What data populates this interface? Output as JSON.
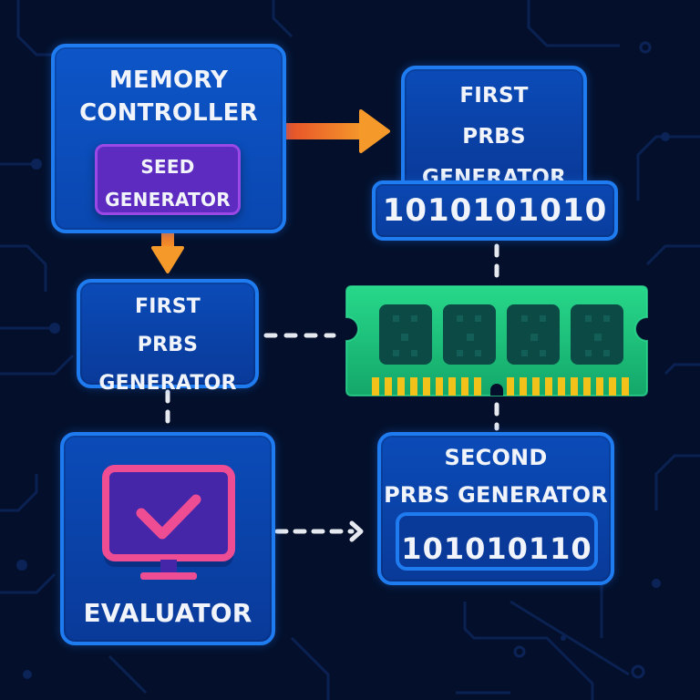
{
  "diagram": {
    "memory_controller": {
      "title_line1": "MEMORY",
      "title_line2": "CONTROLLER",
      "seed_generator": {
        "line1": "SEED",
        "line2": "GENERATOR"
      }
    },
    "first_prbs_top": {
      "line1": "FIRST",
      "line2": "PRBS",
      "line3": "GENERATOR",
      "sequence": "1010101010"
    },
    "first_prbs_left": {
      "line1": "FIRST",
      "line2": "PRBS",
      "line3": "GENERATOR"
    },
    "memory_module": {
      "icon": "ram-module-icon",
      "chip_count": 4
    },
    "evaluator": {
      "label": "EVALUATOR",
      "icon": "monitor-check-icon"
    },
    "second_prbs": {
      "line1": "SECOND",
      "line2": "PRBS GENERATOR",
      "sequence": "101010110"
    },
    "connections": [
      {
        "from": "memory_controller",
        "to": "first_prbs_top",
        "style": "solid-arrow"
      },
      {
        "from": "seed_generator",
        "to": "first_prbs_left",
        "style": "solid-arrow"
      },
      {
        "from": "first_prbs_left",
        "to": "memory_module",
        "style": "dashed"
      },
      {
        "from": "first_prbs_top",
        "to": "memory_module",
        "style": "dashed"
      },
      {
        "from": "memory_module",
        "to": "second_prbs",
        "style": "dashed"
      },
      {
        "from": "first_prbs_left",
        "to": "evaluator",
        "style": "dashed"
      },
      {
        "from": "evaluator",
        "to": "second_prbs",
        "style": "dashed-arrow"
      }
    ],
    "colors": {
      "background": "#04102b",
      "box_fill": "#0a47b0",
      "box_border": "#1f7bf0",
      "seed_fill": "#5d2bc0",
      "arrow": "#f0802a",
      "ram_green": "#1fbf78",
      "ram_pins": "#f2c21b",
      "monitor_pink": "#ee4d94",
      "dashes": "#e6e9ef"
    }
  }
}
